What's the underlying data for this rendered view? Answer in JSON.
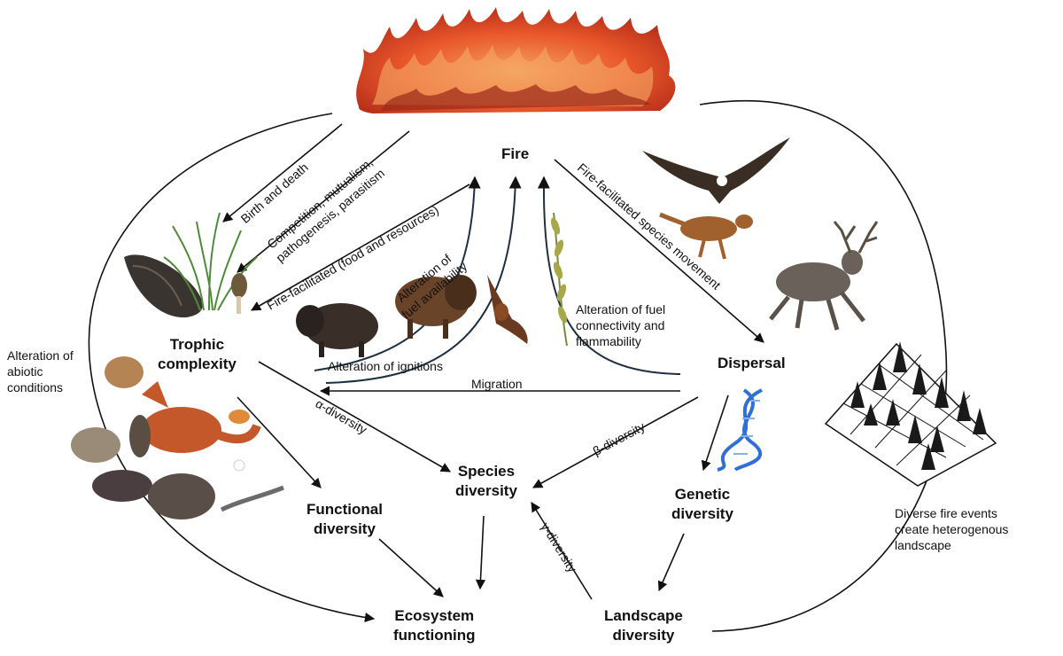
{
  "nodes": {
    "fire": "Fire",
    "trophic": [
      "Trophic",
      "complexity"
    ],
    "dispersal": "Dispersal",
    "species": [
      "Species",
      "diversity"
    ],
    "functional": [
      "Functional",
      "diversity"
    ],
    "genetic": [
      "Genetic",
      "diversity"
    ],
    "ecosystem": [
      "Ecosystem",
      "functioning"
    ],
    "landscape": [
      "Landscape",
      "diversity"
    ]
  },
  "labels": {
    "birth_death": "Birth and death",
    "competition": [
      "Competition, mutualism,",
      "pathogenesis, parasitism"
    ],
    "facilitated_food": "Fire-facilitated (food and resources)",
    "fuel_availability": [
      "Alteration of",
      "fuel availability"
    ],
    "fuel_connectivity": [
      "Alteration of fuel",
      "connectivity and",
      "flammability"
    ],
    "ignitions": "Alteration of ignitions",
    "migration": "Migration",
    "species_movement": "Fire-facilitated species movement",
    "abiotic": [
      "Alteration of",
      "abiotic",
      "conditions"
    ],
    "alpha": "α-diversity",
    "beta": "β-diversity",
    "gamma": "γ-diversity",
    "heterogenous": [
      "Diverse fire events",
      "create heterogenous",
      "landscape"
    ]
  },
  "colors": {
    "arrow": "#111111",
    "fuel_curve": "#1e3040",
    "flame_dark": "#c8361a",
    "flame_light": "#f08a3a",
    "dna": "#2f6fd6"
  }
}
